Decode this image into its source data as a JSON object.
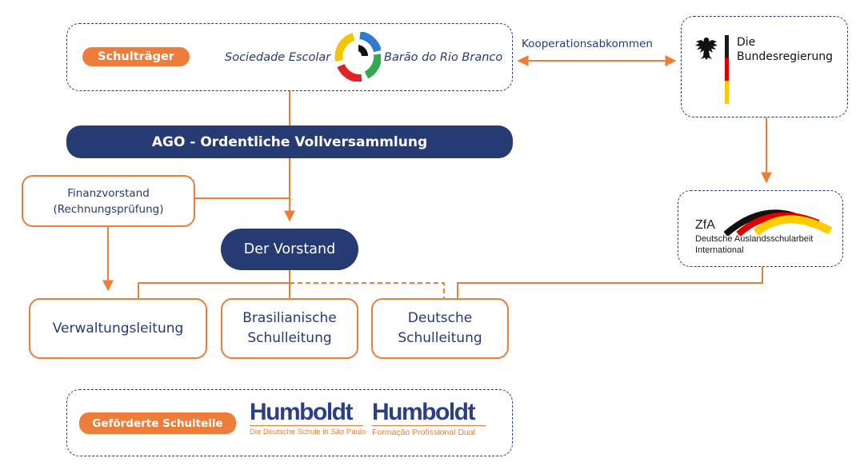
{
  "top": {
    "schultraeger_label": "Schulträger",
    "school_name_left": "Sociedade Escolar",
    "school_name_right": "Barão do Rio Branco",
    "cooperation_label": "Kooperationsabkommen",
    "government_line1": "Die",
    "government_line2": "Bundesregierung"
  },
  "center": {
    "assembly_label": "AGO - Ordentliche Vollversammlung",
    "finance_line1": "Finanzvorstand",
    "finance_line2": "(Rechnungsprüfung)",
    "board_label": "Der Vorstand"
  },
  "zfa": {
    "logo_abbr": "ZfA",
    "line1": "Deutsche Auslandsschularbeit",
    "line2": "International"
  },
  "departments": {
    "admin": "Verwaltungsleitung",
    "brazil_line1": "Brasilianische",
    "brazil_line2": "Schulleitung",
    "german_line1": "Deutsche",
    "german_line2": "Schulleitung"
  },
  "bottom": {
    "sponsored_label": "Geförderte Schulteile",
    "humboldt1_name": "Humboldt",
    "humboldt1_sub": "Die Deutsche Schule in São Paulo",
    "humboldt2_name": "Humboldt",
    "humboldt2_sub": "Formação Profissional Dual"
  },
  "colors": {
    "navy": "#263a73",
    "orange": "#ee7d3a",
    "dashed_border": "#2b3a6e",
    "german_black": "#1a1a1a",
    "german_red": "#dd0000",
    "german_gold": "#ffcc00"
  }
}
